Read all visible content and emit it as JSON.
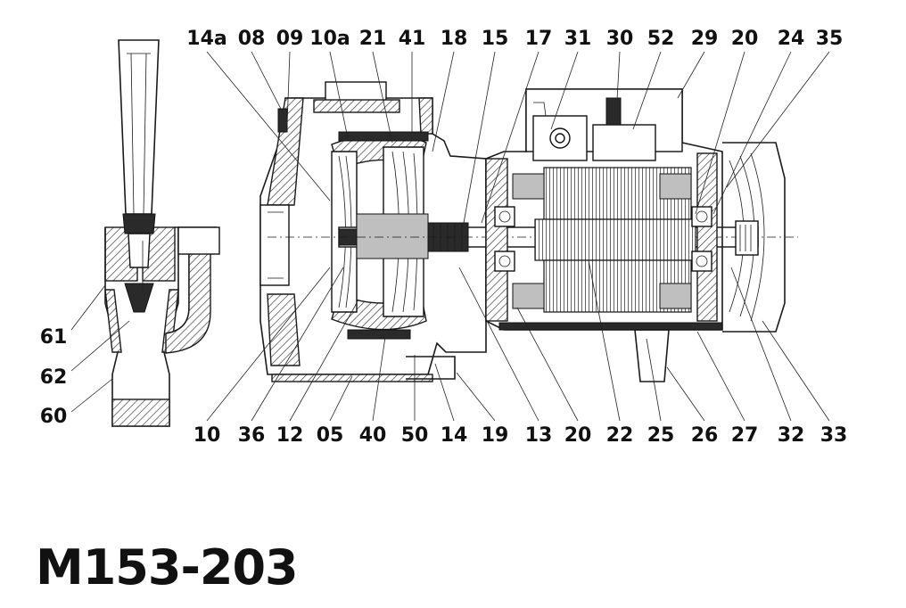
{
  "model": "M153-203",
  "labels": {
    "top": [
      "14a",
      "08",
      "09",
      "10a",
      "21",
      "41",
      "18",
      "15",
      "17",
      "31",
      "30",
      "52",
      "29",
      "20",
      "24",
      "35"
    ],
    "bottom": [
      "10",
      "36",
      "12",
      "05",
      "40",
      "50",
      "14",
      "19",
      "13",
      "20",
      "22",
      "25",
      "26",
      "27",
      "32",
      "33"
    ],
    "left": [
      "61",
      "62",
      "60"
    ]
  }
}
